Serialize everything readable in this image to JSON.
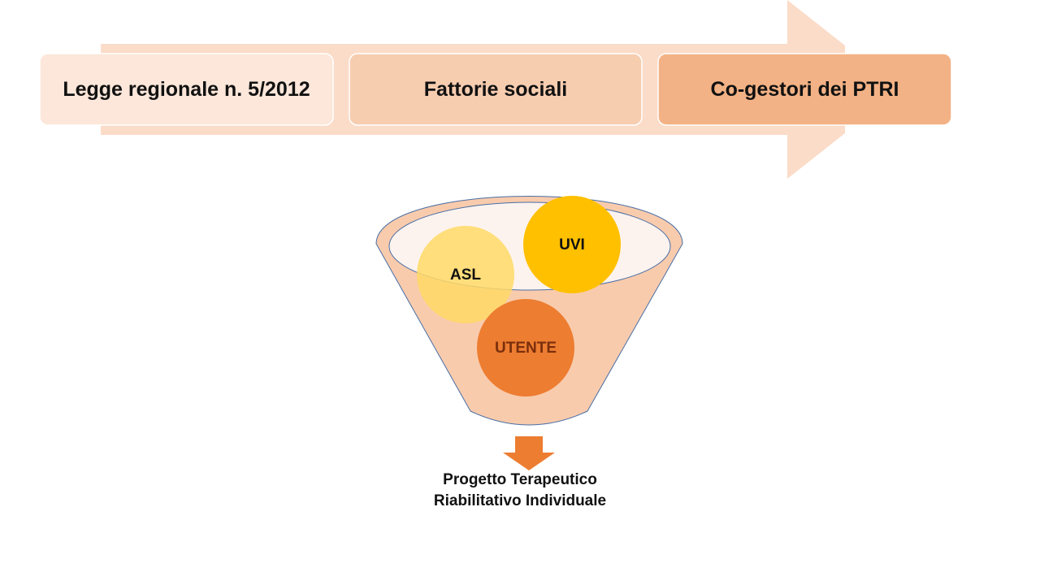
{
  "process": {
    "steps": [
      {
        "label": "Legge regionale n. 5/2012",
        "fill": "#FCE7DA"
      },
      {
        "label": "Fattorie sociali",
        "fill": "#F7CDB0"
      },
      {
        "label": "Co-gestori dei PTRI",
        "fill": "#F3B285"
      }
    ],
    "arrow_fill": "#FBDCC8"
  },
  "funnel": {
    "body_fill": "#F8CBAD",
    "rim_fill": "#FDF3EE",
    "outline": "#4A6FA5",
    "circles": [
      {
        "label": "ASL",
        "fill": "#FFD966",
        "opacity": 0.85,
        "text_color": "#111111"
      },
      {
        "label": "UVI",
        "fill": "#FFC000",
        "opacity": 1,
        "text_color": "#111111"
      },
      {
        "label": "UTENTE",
        "fill": "#ED7D31",
        "opacity": 1,
        "text_color": "#7A2E0C"
      }
    ]
  },
  "result": {
    "arrow_fill": "#ED7D31",
    "line1": "Progetto Terapeutico",
    "line2": "Riabilitativo Individuale"
  }
}
